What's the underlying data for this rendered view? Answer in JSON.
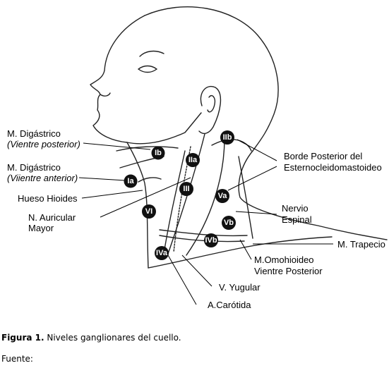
{
  "labels": {
    "digastrico_post_1": "M. Digástrico",
    "digastrico_post_2": "(Vientre posterior)",
    "digastrico_ant_1": "M. Digástrico",
    "digastrico_ant_2": "(Viientre anterior)",
    "hioides": "Hueso Hioides",
    "auricular_1": "N. Auricular",
    "auricular_2": "Mayor",
    "borde_1": "Borde Posterior del",
    "borde_2": "Esternocleidomastoideo",
    "nervio_1": "Nervio",
    "nervio_2": "Espinal",
    "trapecio": "M. Trapecio",
    "omohioideo_1": "M.Omohioideo",
    "omohioideo_2": "Vientre Posterior",
    "yugular": "V. Yugular",
    "carotida": "A.Carótida"
  },
  "nodes": {
    "Ia": "Ia",
    "Ib": "Ib",
    "IIa": "IIa",
    "IIb": "IIb",
    "III": "III",
    "IVa": "IVa",
    "IVb": "IVb",
    "Va": "Va",
    "Vb": "Vb",
    "VI": "VI"
  },
  "caption": {
    "bold": "Figura 1.",
    "text": " Niveles ganglionares del cuello."
  },
  "source": "Fuente:"
}
